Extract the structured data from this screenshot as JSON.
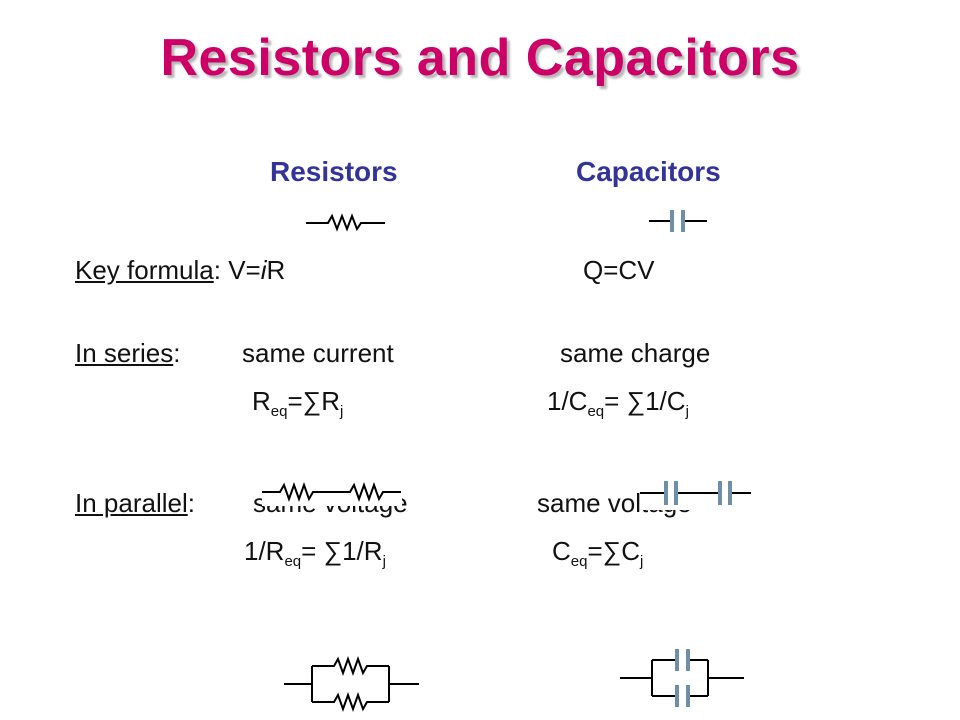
{
  "title": "Resistors and Capacitors",
  "headers": {
    "resistors": "Resistors",
    "capacitors": "Capacitors"
  },
  "key_formula": {
    "label": "Key formula",
    "sep": ": ",
    "resistor_pre": "V=",
    "resistor_i": "i",
    "resistor_post": "R",
    "capacitor": "Q=CV"
  },
  "series": {
    "label": "In series",
    "sep": ":",
    "resistor_rule": "same current",
    "capacitor_rule": "same charge",
    "resistor_eq": {
      "a": "R",
      "a_sub": "eq",
      "mid": "=∑R",
      "b_sub": "j"
    },
    "capacitor_eq": {
      "a": "1/C",
      "a_sub": "eq",
      "mid": "= ∑1/C",
      "b_sub": "j"
    }
  },
  "parallel": {
    "label": "In parallel",
    "sep": ":",
    "resistor_rule": "same voltage",
    "capacitor_rule": "same voltage",
    "resistor_eq": {
      "a": "1/R",
      "a_sub": "eq",
      "mid": "= ∑1/R",
      "b_sub": "j"
    },
    "capacitor_eq": {
      "a": "C",
      "a_sub": "eq",
      "mid": "=∑C",
      "b_sub": "j"
    }
  },
  "colors": {
    "title": "#cc0066",
    "headers": "#33339a",
    "plates": "#6f8fa8"
  }
}
